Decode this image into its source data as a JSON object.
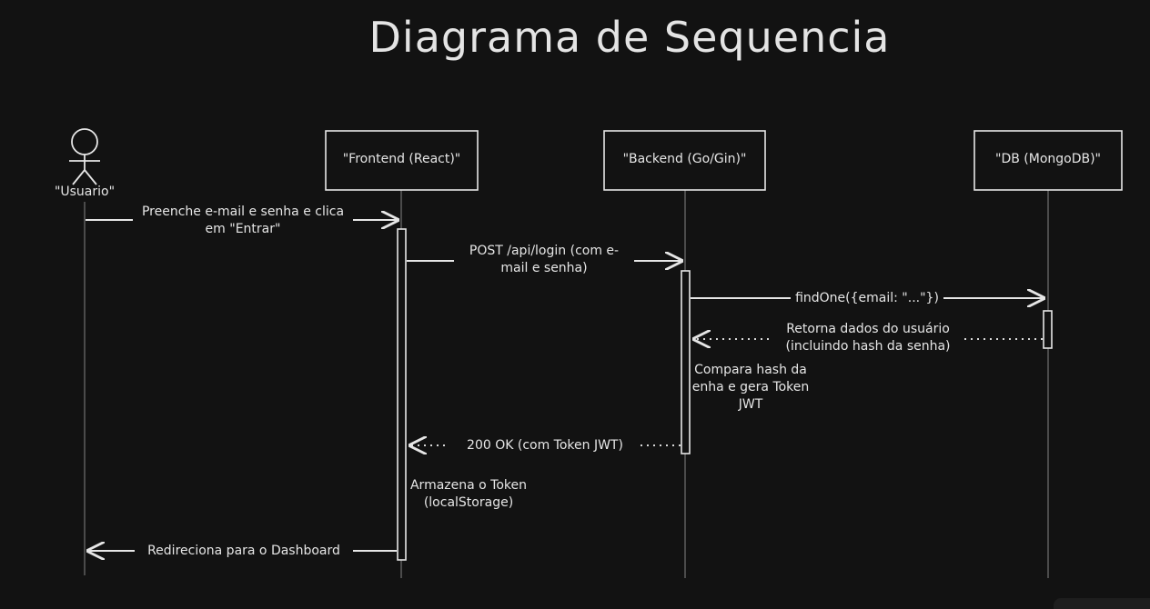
{
  "title": "Diagrama de Sequencia",
  "actor": {
    "label": "\"Usuario\""
  },
  "participants": [
    {
      "id": "frontend",
      "label": "\"Frontend (React)\""
    },
    {
      "id": "backend",
      "label": "\"Backend (Go/Gin)\""
    },
    {
      "id": "db",
      "label": "\"DB (MongoDB)\""
    }
  ],
  "messages": [
    {
      "from": "usuario",
      "to": "frontend",
      "style": "solid",
      "lines": [
        "Preenche e-mail e senha e clica",
        "em \"Entrar\""
      ]
    },
    {
      "from": "frontend",
      "to": "backend",
      "style": "solid",
      "lines": [
        "POST /api/login (com e-",
        "mail e senha)"
      ]
    },
    {
      "from": "backend",
      "to": "db",
      "style": "solid",
      "lines": [
        "findOne({email: \"...\"})"
      ]
    },
    {
      "from": "db",
      "to": "backend",
      "style": "dotted",
      "lines": [
        "Retorna dados do usuário",
        "(incluindo hash da senha)"
      ]
    },
    {
      "from": "backend",
      "to": "frontend",
      "style": "dotted",
      "lines": [
        "200 OK (com Token JWT)"
      ]
    },
    {
      "from": "frontend",
      "to": "usuario",
      "style": "solid",
      "lines": [
        "Redireciona para o Dashboard"
      ]
    }
  ],
  "notes": [
    {
      "at": "backend",
      "lines": [
        "Compara hash da",
        "enha e gera Token",
        "JWT"
      ]
    },
    {
      "at": "frontend",
      "lines": [
        "Armazena o Token",
        "(localStorage)"
      ]
    }
  ]
}
